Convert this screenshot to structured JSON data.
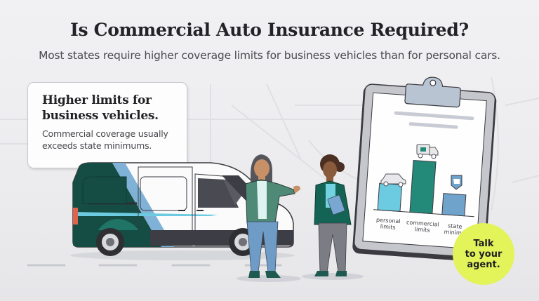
{
  "header": {
    "title": "Is Commercial Auto Insurance Required?",
    "subtitle": "Most states require higher coverage limits for business vehicles than for personal cars."
  },
  "callout": {
    "heading_line1": "Higher limits for",
    "heading_line2": "business vehicles.",
    "body_line1": "Commercial coverage usually",
    "body_line2": "exceeds state minimums."
  },
  "clipboard": {
    "bars": [
      {
        "label_line1": "personal",
        "label_line2": "limits",
        "icon": "car-icon",
        "color": "#6ccbe0"
      },
      {
        "label_line1": "commercial",
        "label_line2": "limits",
        "icon": "truck-icon",
        "color": "#238a7a"
      },
      {
        "label_line1": "state",
        "label_line2": "minimu",
        "icon": "state-shield-icon",
        "color": "#6fa3cc"
      }
    ]
  },
  "badge": {
    "line1": "Talk",
    "line2": "to your",
    "line3": "agent.",
    "color": "#e3f35a"
  },
  "colors": {
    "teal_dark": "#154d45",
    "teal": "#238a7a",
    "accent_blue": "#6fa3cc",
    "light_blue": "#6ccbe0",
    "badge": "#e3f35a"
  }
}
